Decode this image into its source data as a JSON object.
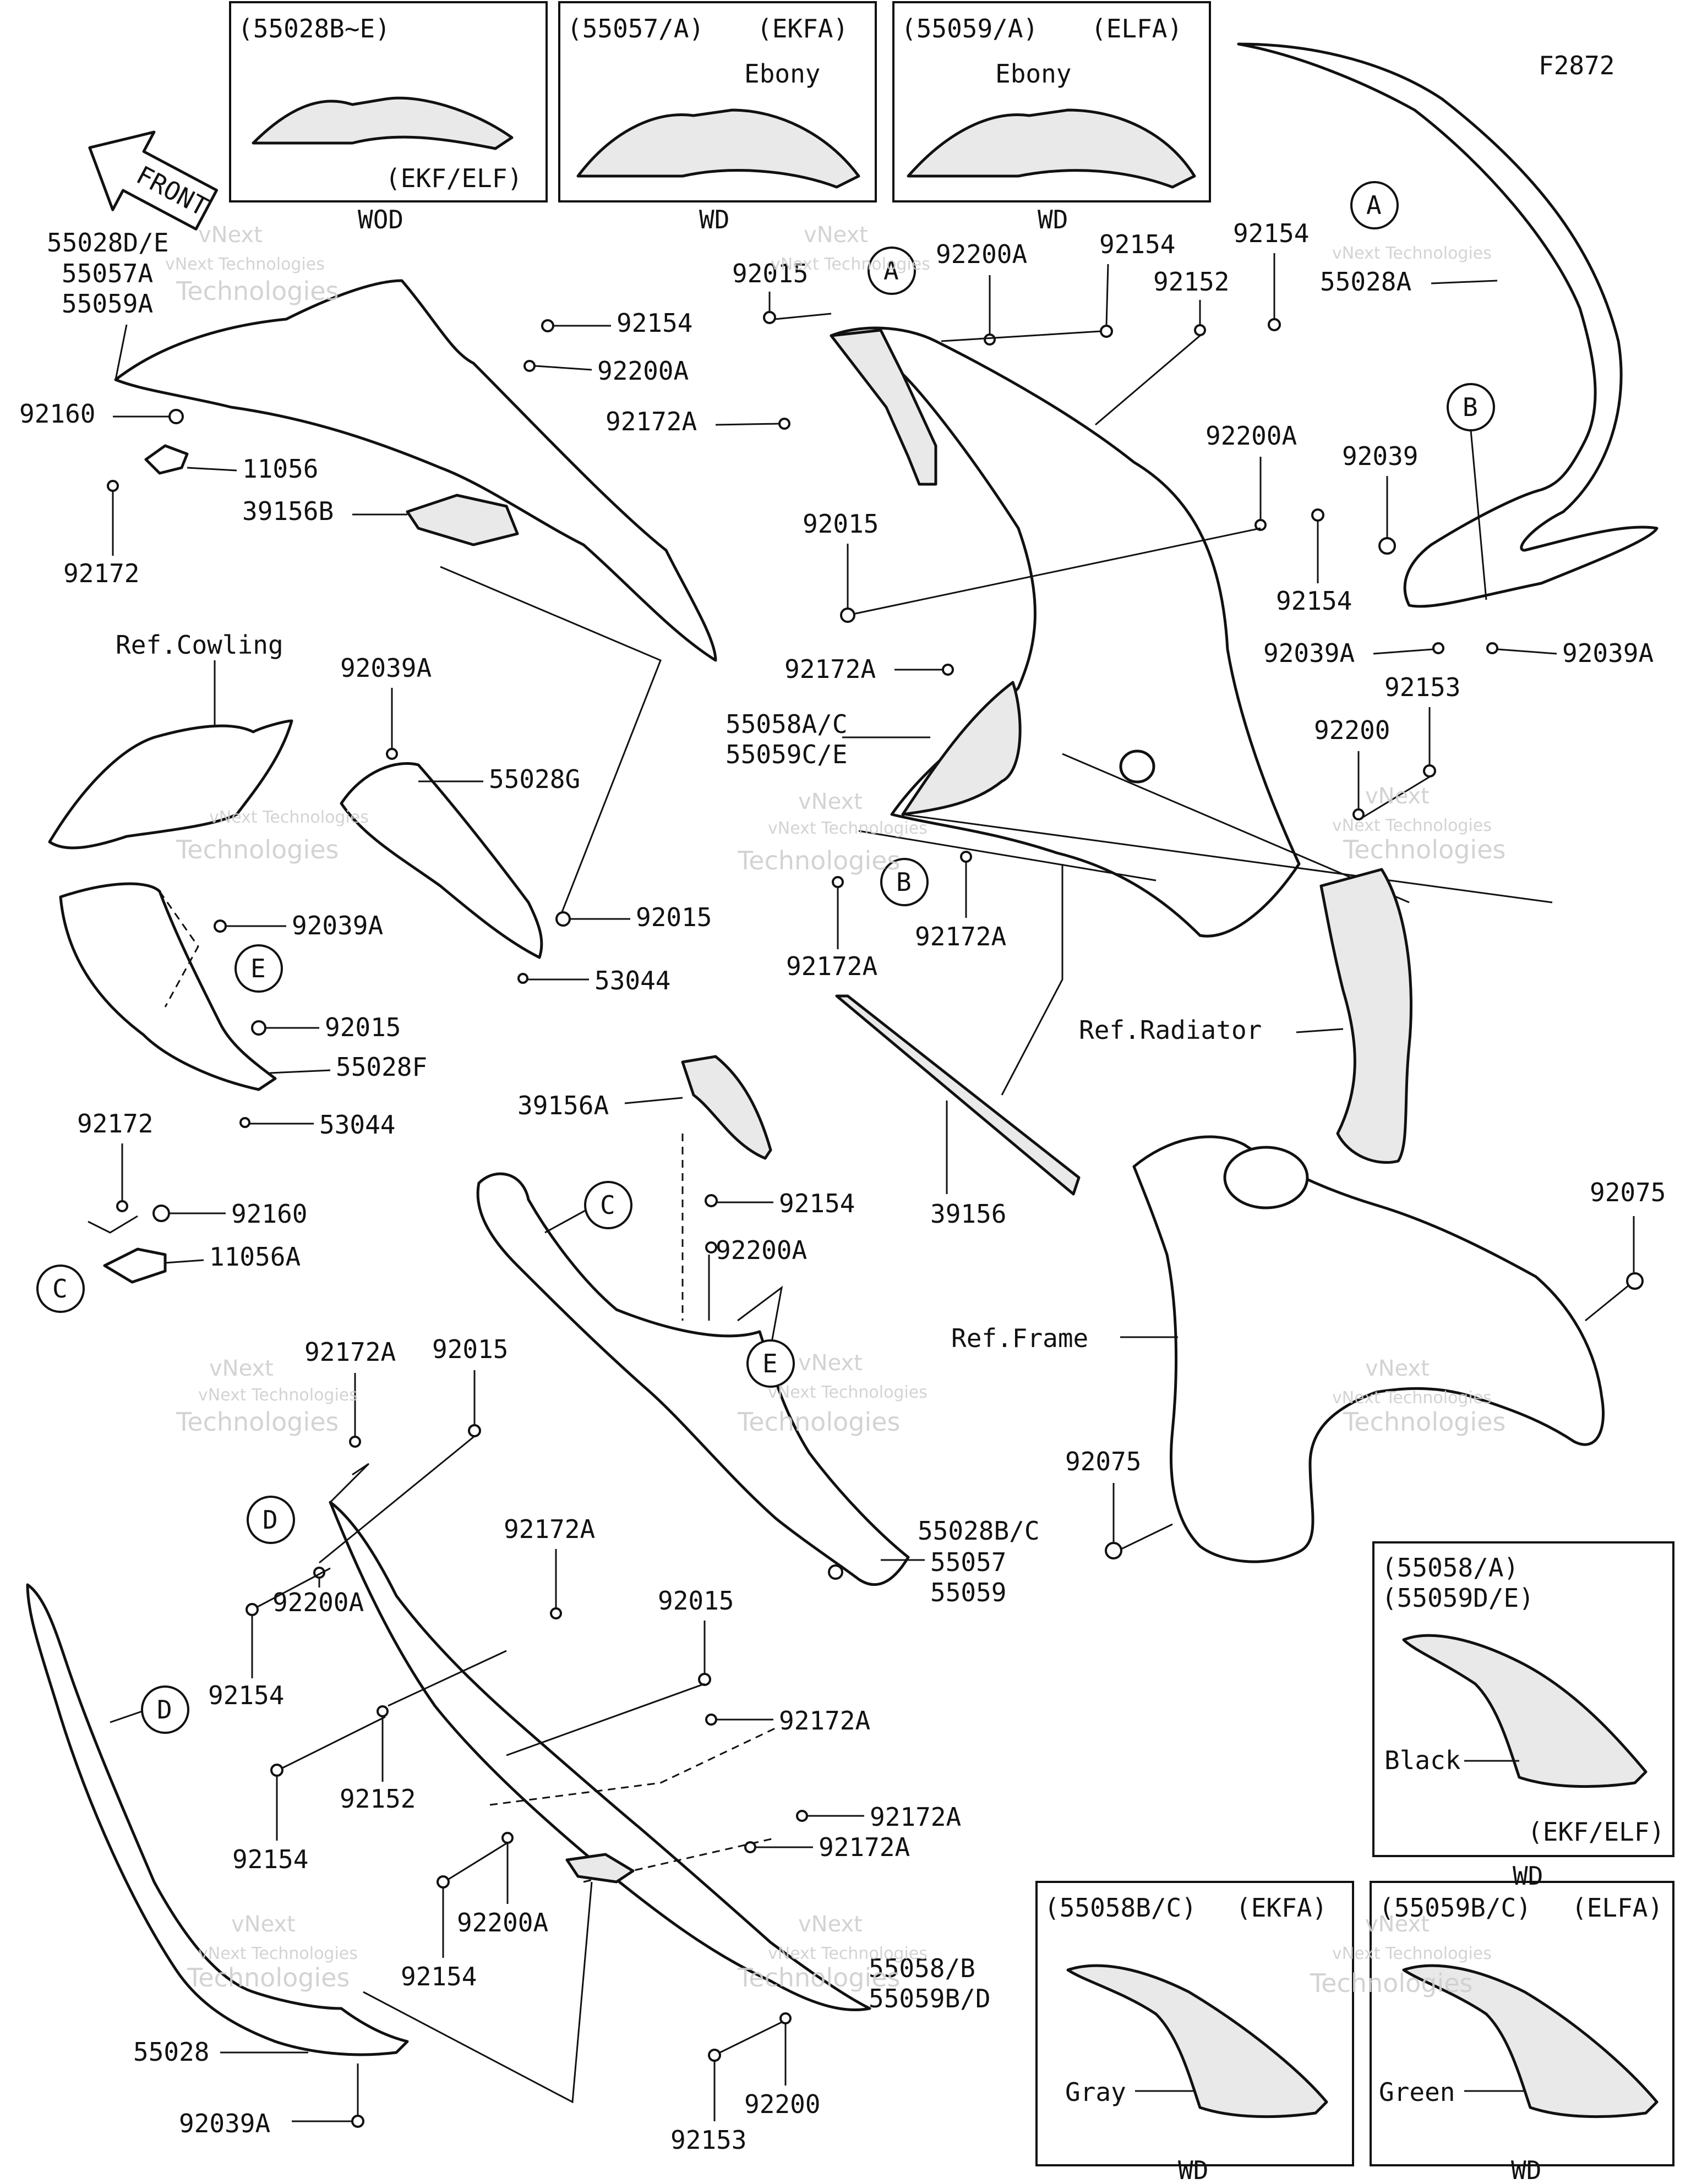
{
  "diagram_id": "F2872",
  "front_label": "FRONT",
  "watermark": {
    "line1": "vNext",
    "line2": "vNext Technologies",
    "line3": "Technologies"
  },
  "inset_top": [
    {
      "part": "(55028B~E)",
      "variant": "",
      "note": "(EKF/ELF)",
      "finish": "WOD"
    },
    {
      "part": "(55057/A)",
      "variant": "(EKFA)",
      "note": "Ebony",
      "finish": "WD"
    },
    {
      "part": "(55059/A)",
      "variant": "(ELFA)",
      "note": "Ebony",
      "finish": "WD"
    }
  ],
  "inset_right": {
    "line1": "(55058/A)",
    "line2": "(55059D/E)",
    "color": "Black",
    "note": "(EKF/ELF)",
    "finish": "WD"
  },
  "inset_bottom": [
    {
      "part": "(55058B/C)",
      "variant": "(EKFA)",
      "color": "Gray",
      "finish": "WD"
    },
    {
      "part": "(55059B/C)",
      "variant": "(ELFA)",
      "color": "Green",
      "finish": "WD"
    }
  ],
  "refs": {
    "cowling": "Ref.Cowling",
    "radiator": "Ref.Radiator",
    "frame": "Ref.Frame"
  },
  "callouts": {
    "A": "A",
    "B": "B",
    "C": "C",
    "D": "D",
    "E": "E"
  },
  "labels": {
    "l_55028de": "55028D/E",
    "l_55057a": "55057A",
    "l_55059a": "55059A",
    "l_92160_a": "92160",
    "l_11056": "11056",
    "l_39156b": "39156B",
    "l_92172_a": "92172",
    "l_92154_a": "92154",
    "l_92200a_a": "92200A",
    "l_92172a_a": "92172A",
    "l_92015_top": "92015",
    "l_92200a_top": "92200A",
    "l_92154_top": "92154",
    "l_92154_top2": "92154",
    "l_92152_top": "92152",
    "l_55028a": "55028A",
    "l_92200a_mid": "92200A",
    "l_92039": "92039",
    "l_92154_mid": "92154",
    "l_92015_mid": "92015",
    "l_92172a_mid": "92172A",
    "l_92039a_r1": "92039A",
    "l_92039a_r2": "92039A",
    "l_92153_r": "92153",
    "l_92200_r": "92200",
    "l_55058ac": "55058A/C",
    "l_55059ce": "55059C/E",
    "l_92172a_b1": "92172A",
    "l_92172a_b2": "92172A",
    "l_92039a_l": "92039A",
    "l_55028g": "55028G",
    "l_92039a_l2": "92039A",
    "l_92015_l": "92015",
    "l_53044_a": "53044",
    "l_92015_l2": "92015",
    "l_55028f": "55028F",
    "l_53044_b": "53044",
    "l_92172_b": "92172",
    "l_92160_b": "92160",
    "l_11056a": "11056A",
    "l_39156a": "39156A",
    "l_39156": "39156",
    "l_92154_c": "92154",
    "l_92200a_c": "92200A",
    "l_92075_a": "92075",
    "l_92075_b": "92075",
    "l_92172a_lo": "92172A",
    "l_92015_lo": "92015",
    "l_92172a_lo2": "92172A",
    "l_92200a_lo": "92200A",
    "l_92154_lo": "92154",
    "l_55028bc": "55028B/C",
    "l_55057": "55057",
    "l_55059": "55059",
    "l_92015_lo2": "92015",
    "l_92172a_lo3": "92172A",
    "l_92152_lo": "92152",
    "l_92154_lo2": "92154",
    "l_92172a_lo4": "92172A",
    "l_92172a_lo5": "92172A",
    "l_92200a_lo2": "92200A",
    "l_92154_lo3": "92154",
    "l_55058b": "55058/B",
    "l_55059bd": "55059B/D",
    "l_55028": "55028",
    "l_92200_lo": "92200",
    "l_92039a_lo": "92039A",
    "l_92153_lo": "92153"
  }
}
